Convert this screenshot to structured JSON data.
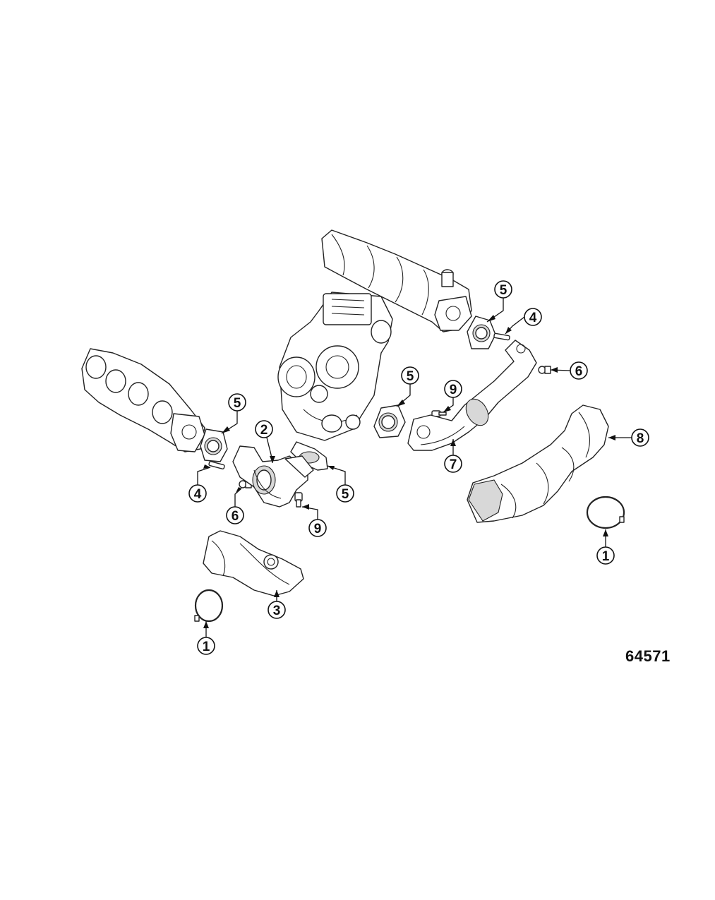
{
  "figure_number": "64571",
  "callouts": [
    {
      "id": "1-left",
      "label": "1"
    },
    {
      "id": "1-right",
      "label": "1"
    },
    {
      "id": "2",
      "label": "2"
    },
    {
      "id": "3",
      "label": "3"
    },
    {
      "id": "4-left",
      "label": "4"
    },
    {
      "id": "4-right",
      "label": "4"
    },
    {
      "id": "5-left",
      "label": "5"
    },
    {
      "id": "5-center",
      "label": "5"
    },
    {
      "id": "5-mid",
      "label": "5"
    },
    {
      "id": "5-right",
      "label": "5"
    },
    {
      "id": "6-left",
      "label": "6"
    },
    {
      "id": "6-right",
      "label": "6"
    },
    {
      "id": "7",
      "label": "7"
    },
    {
      "id": "8",
      "label": "8"
    },
    {
      "id": "9-left",
      "label": "9"
    },
    {
      "id": "9-right",
      "label": "9"
    }
  ]
}
